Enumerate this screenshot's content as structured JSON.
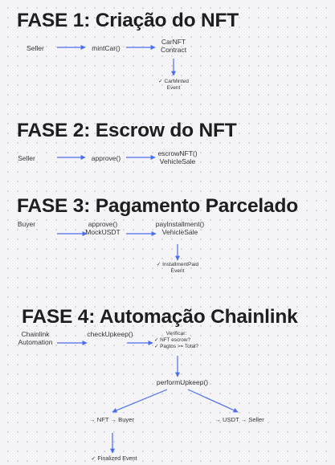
{
  "phase1": {
    "title": "FASE 1: Criação do NFT",
    "seller": "Seller",
    "call": "mintCar()",
    "contract_line1": "CarNFT",
    "contract_line2": "Contract",
    "event_line1": "✓ CarMinted",
    "event_line2": "Event"
  },
  "phase2": {
    "title": "FASE 2: Escrow do NFT",
    "seller": "Seller",
    "call": "approve()",
    "target_line1": "escrowNFT()",
    "target_line2": "VehicleSale"
  },
  "phase3": {
    "title": "FASE 3: Pagamento Parcelado",
    "buyer": "Buyer",
    "call_line1": "approve()",
    "call_line2": "MockUSDT",
    "target_line1": "payInstallment()",
    "target_line2": "VehicleSale",
    "event_line1": "✓ InstallmentPaid",
    "event_line2": "Event"
  },
  "phase4": {
    "title": "FASE 4: Automação Chainlink",
    "actor_line1": "Chainlink",
    "actor_line2": "Automation",
    "call": "checkUpkeep()",
    "verify_line1": "Verificar:",
    "verify_line2": "✓ NFT escrow?",
    "verify_line3": "✓ Pagtos >= Total?",
    "perform": "performUpkeep()",
    "nft_to_buyer": "→ NFT → Buyer",
    "usdt_to_seller": "→ USDT → Seller",
    "final_event": "✓ Finalized Event"
  },
  "colors": {
    "arrow": "#4a6cf0",
    "heading": "#1e1e1e",
    "background": "#f4f4f6"
  }
}
